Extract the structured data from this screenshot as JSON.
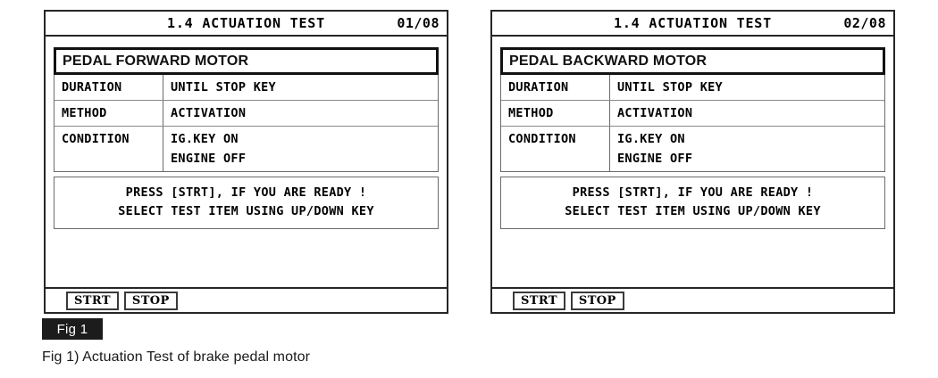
{
  "figure": {
    "tag": "Fig 1",
    "caption": "Fig 1) Actuation Test of brake pedal motor"
  },
  "panels": [
    {
      "header": {
        "title": "1.4 ACTUATION TEST",
        "page": "01/08"
      },
      "item_title": "PEDAL FORWARD MOTOR",
      "spec_rows": [
        {
          "key": "DURATION",
          "value": "UNTIL STOP KEY",
          "value2": ""
        },
        {
          "key": "METHOD",
          "value": "ACTIVATION",
          "value2": ""
        },
        {
          "key": "CONDITION",
          "value": "IG.KEY ON",
          "value2": "ENGINE OFF"
        }
      ],
      "message": {
        "line1": "PRESS [STRT], IF YOU ARE READY !",
        "line2": "SELECT TEST ITEM USING UP/DOWN KEY"
      },
      "buttons": [
        {
          "label": "STRT"
        },
        {
          "label": "STOP"
        }
      ]
    },
    {
      "header": {
        "title": "1.4 ACTUATION TEST",
        "page": "02/08"
      },
      "item_title": "PEDAL BACKWARD MOTOR",
      "spec_rows": [
        {
          "key": "DURATION",
          "value": "UNTIL STOP KEY",
          "value2": ""
        },
        {
          "key": "METHOD",
          "value": "ACTIVATION",
          "value2": ""
        },
        {
          "key": "CONDITION",
          "value": "IG.KEY ON",
          "value2": "ENGINE OFF"
        }
      ],
      "message": {
        "line1": "PRESS [STRT], IF YOU ARE READY !",
        "line2": "SELECT TEST ITEM USING UP/DOWN KEY"
      },
      "buttons": [
        {
          "label": "STRT"
        },
        {
          "label": "STOP"
        }
      ]
    }
  ],
  "colors": {
    "border": "#262626",
    "text": "#000000",
    "tag_bg": "#1c1c1c",
    "tag_fg": "#ffffff"
  }
}
